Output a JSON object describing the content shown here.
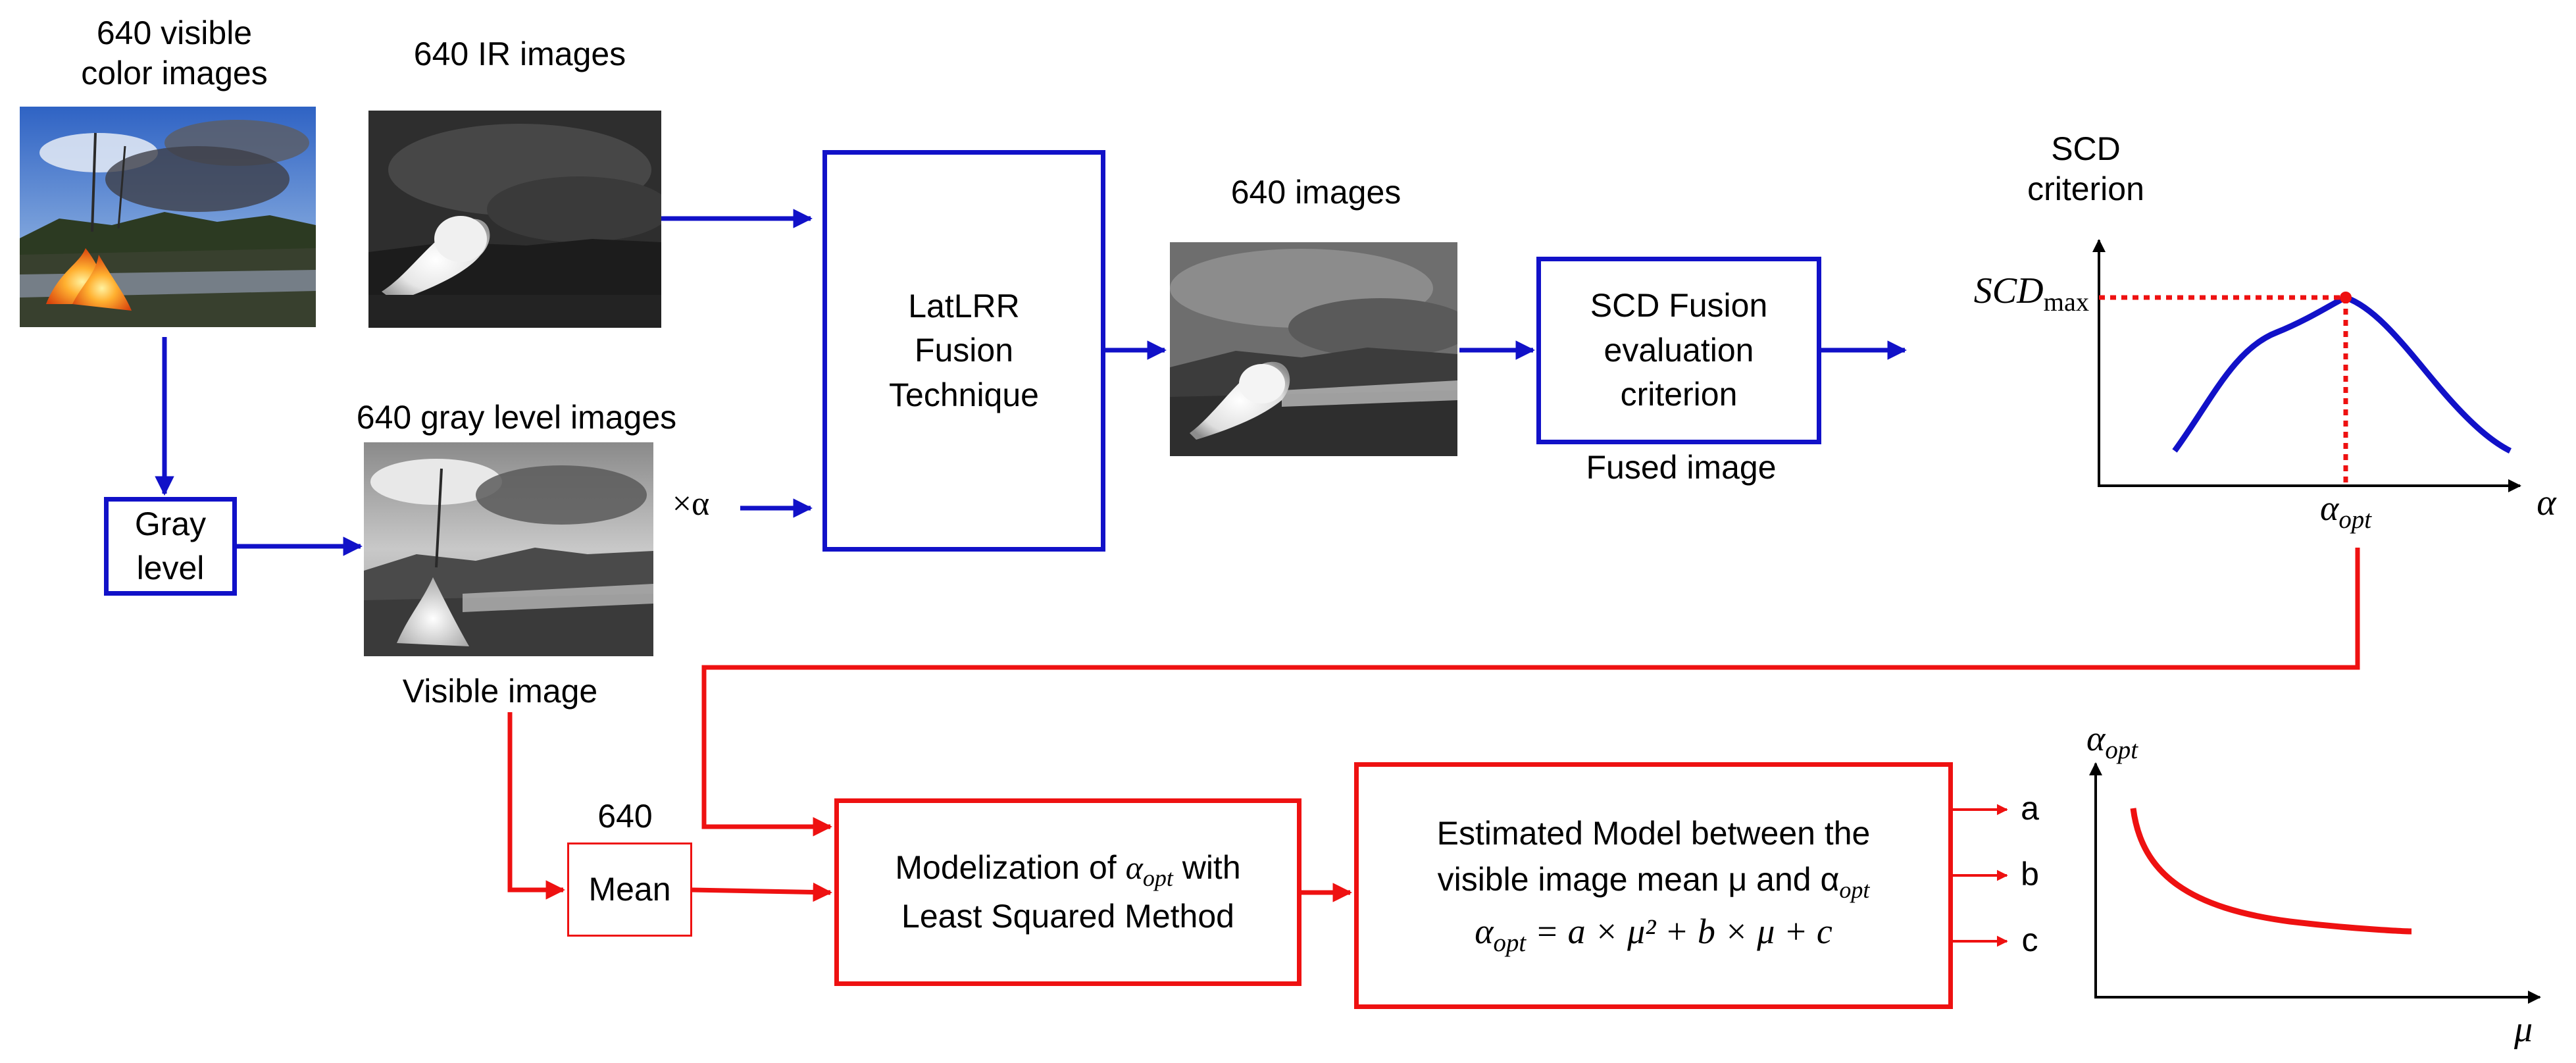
{
  "inputs": {
    "visible_color": "640 visible\ncolor images",
    "ir": "640 IR images",
    "gray_level_images": "640 gray level images",
    "visible_image": "Visible image",
    "fused_count": "640 images",
    "fused_image": "Fused image",
    "times_alpha": "×α",
    "mean_count": "640"
  },
  "boxes": {
    "gray_level": "Gray\nlevel",
    "latlrr": "LatLRR\nFusion\nTechnique",
    "scd_fusion": "SCD Fusion\nevaluation\ncriterion",
    "mean": "Mean",
    "modelization_prefix": "Modelization of ",
    "modelization_symbol": "α",
    "modelization_sub": "opt",
    "modelization_suffix": " with",
    "modelization_line2": "Least Squared Method",
    "estimated_line1": "Estimated Model between the",
    "estimated_line2": "visible image mean μ and α",
    "estimated_line2_sub": "opt",
    "estimated_formula": "α",
    "estimated_formula_sub": "opt",
    "estimated_formula_rest": " = a × μ² + b × μ + c"
  },
  "outputs": [
    "a",
    "b",
    "c"
  ],
  "scd_plot": {
    "title": "SCD\ncriterion",
    "ymark": "SCD",
    "ymark_sub": "max",
    "xmark": "α",
    "xmark_sub": "opt",
    "xaxis": "α"
  },
  "model_plot": {
    "yaxis": "α",
    "yaxis_sub": "opt",
    "xaxis": "μ"
  },
  "colors": {
    "blue": "#1111c8",
    "red": "#ee1111"
  },
  "icons": [
    "visible-color-photo",
    "ir-photo",
    "gray-level-photo",
    "fused-photo"
  ]
}
